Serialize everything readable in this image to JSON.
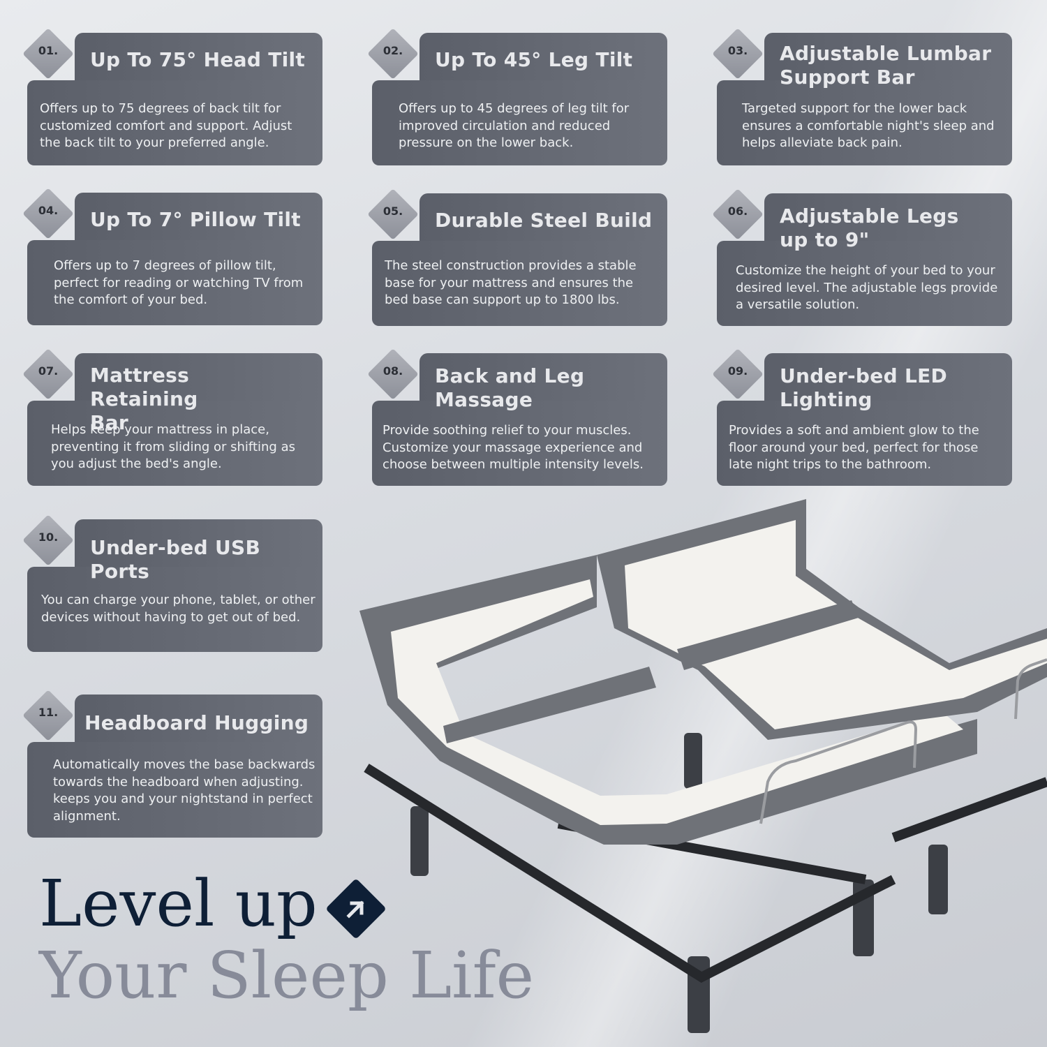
{
  "features": [
    {
      "num": "01.",
      "title": "Up To 75° Head Tilt",
      "desc": "Offers up to 75 degrees of back tilt for customized comfort and support. Adjust the back tilt to your preferred angle."
    },
    {
      "num": "02.",
      "title": "Up To 45° Leg Tilt",
      "desc": "Offers up to 45 degrees of leg tilt for improved circulation and reduced pressure on the lower back."
    },
    {
      "num": "03.",
      "title": "Adjustable Lumbar Support Bar",
      "desc": "Targeted support for the lower back ensures a comfortable night's sleep and helps alleviate back pain."
    },
    {
      "num": "04.",
      "title": "Up To 7° Pillow Tilt",
      "desc": "Offers up to 7 degrees of pillow tilt, perfect for reading or watching TV from the comfort of your bed."
    },
    {
      "num": "05.",
      "title": "Durable Steel Build",
      "desc": "The steel construction provides a stable base for your mattress and ensures the bed base can support up to 1800 lbs."
    },
    {
      "num": "06.",
      "title": "Adjustable Legs up to 9\"",
      "desc": "Customize the height of your bed to your desired level. The adjustable legs provide a versatile solution."
    },
    {
      "num": "07.",
      "title": "Mattress Retaining Bar",
      "desc": "Helps keep your mattress in place, preventing it from sliding or shifting as you adjust the bed's angle."
    },
    {
      "num": "08.",
      "title": "Back and Leg Massage",
      "desc": "Provide soothing relief to your muscles. Customize your massage experience and choose between multiple intensity levels."
    },
    {
      "num": "09.",
      "title": "Under-bed LED Lighting",
      "desc": "Provides a soft and ambient glow to the floor around your bed, perfect for those late night trips to the bathroom."
    },
    {
      "num": "10.",
      "title": "Under-bed USB Ports",
      "desc": "You can charge your phone, tablet, or other devices without having to get out of bed."
    },
    {
      "num": "11.",
      "title": "Headboard Hugging",
      "desc": "Automatically moves the base backwards towards the headboard when adjusting. keeps you and your nightstand in perfect alignment."
    }
  ],
  "headline": {
    "line1": "Level up",
    "line2": "Your Sleep Life",
    "icon": "diagonal-arrow-icon"
  },
  "colors": {
    "card": "#62666f",
    "badge": "#9ea1a9",
    "headline_dark": "#0e1f36",
    "headline_light": "#878b99"
  }
}
